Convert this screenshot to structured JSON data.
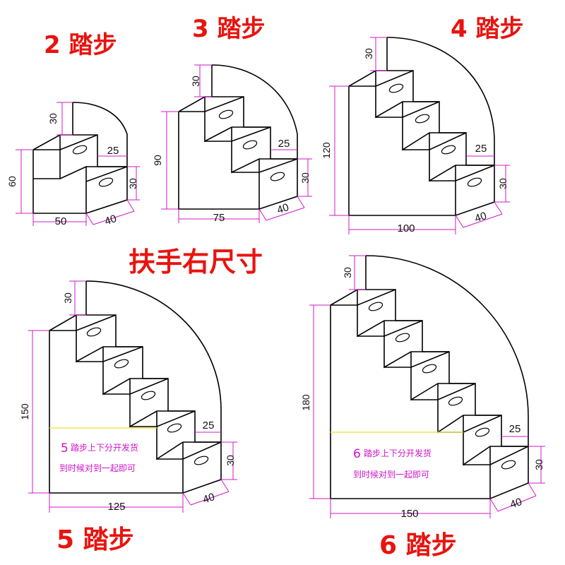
{
  "titles": {
    "step2": "2 踏步",
    "step3": "3 踏步",
    "step4": "4 踏步",
    "step5": "5 踏步",
    "step6": "6 踏步",
    "center": "扶手右尺寸"
  },
  "stair2": {
    "handrail": "30",
    "height": "60",
    "width": "50",
    "tread": "25",
    "riser": "30",
    "depth": "40"
  },
  "stair3": {
    "handrail": "30",
    "height": "90",
    "width": "75",
    "tread": "25",
    "riser": "30",
    "depth": "40"
  },
  "stair4": {
    "handrail": "30",
    "height": "120",
    "width": "100",
    "tread": "25",
    "riser": "30",
    "depth": "40"
  },
  "stair5": {
    "handrail": "30",
    "height": "150",
    "width": "125",
    "tread": "25",
    "riser": "30",
    "depth": "40",
    "note_num": "5",
    "note_line1": "踏步上下分开发货",
    "note_line2": "到时候对到一起即可"
  },
  "stair6": {
    "handrail": "30",
    "height": "180",
    "width": "150",
    "tread": "25",
    "riser": "30",
    "depth": "40",
    "note_num": "6",
    "note_line1": "踏步上下分开发货",
    "note_line2": "到时候对到一起即可"
  },
  "colors": {
    "title": "#e8140f",
    "dimension_line": "#d018c8",
    "outline": "#000000",
    "split_line": "#f5e64a"
  }
}
